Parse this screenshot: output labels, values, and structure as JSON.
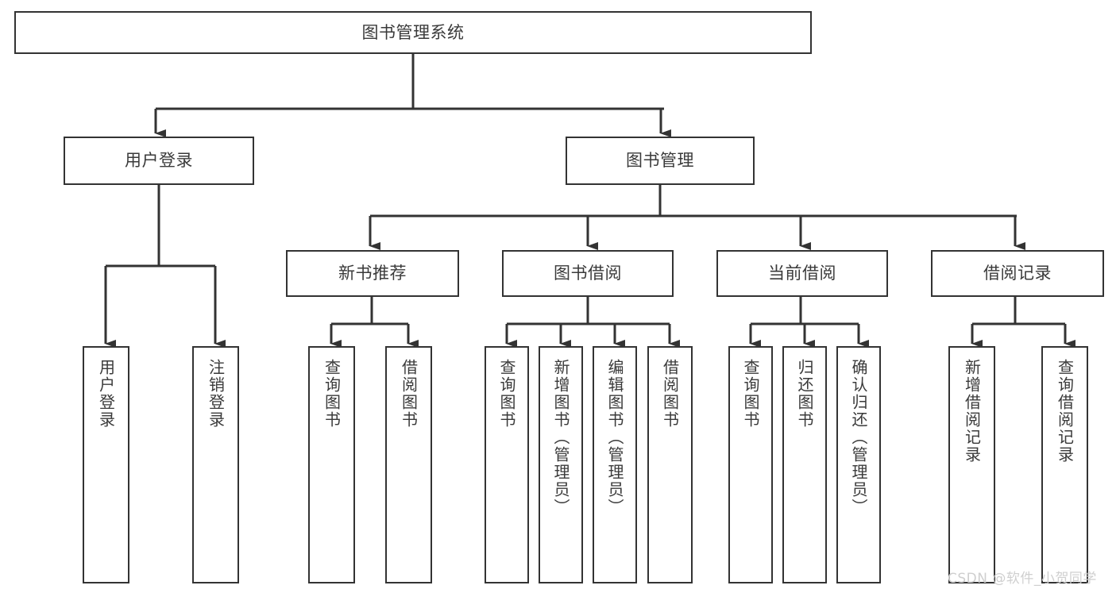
{
  "diagram": {
    "title": "图书管理系统",
    "type": "tree-hierarchy-diagram",
    "colors": {
      "border": "#333333",
      "text": "#3a3a3a",
      "background": "#ffffff",
      "connector": "#333333",
      "watermark": "#cfcfcf"
    },
    "root": {
      "label": "图书管理系统"
    },
    "level2": [
      {
        "label": "用户登录"
      },
      {
        "label": "图书管理"
      }
    ],
    "level3": [
      {
        "label": "新书推荐"
      },
      {
        "label": "图书借阅"
      },
      {
        "label": "当前借阅"
      },
      {
        "label": "借阅记录"
      }
    ],
    "leaves": {
      "user_login": [
        {
          "label": "用户登录"
        },
        {
          "label": "注销登录"
        }
      ],
      "new_book_recommend": [
        {
          "label": "查询图书"
        },
        {
          "label": "借阅图书"
        }
      ],
      "book_borrow": [
        {
          "label": "查询图书"
        },
        {
          "label": "新增图书（管理员）"
        },
        {
          "label": "编辑图书（管理员）"
        },
        {
          "label": "借阅图书"
        }
      ],
      "current_borrow": [
        {
          "label": "查询图书"
        },
        {
          "label": "归还图书"
        },
        {
          "label": "确认归还（管理员）"
        }
      ],
      "borrow_record": [
        {
          "label": "新增借阅记录"
        },
        {
          "label": "查询借阅记录"
        }
      ]
    },
    "watermark": "CSDN @软件_小贺同学"
  }
}
